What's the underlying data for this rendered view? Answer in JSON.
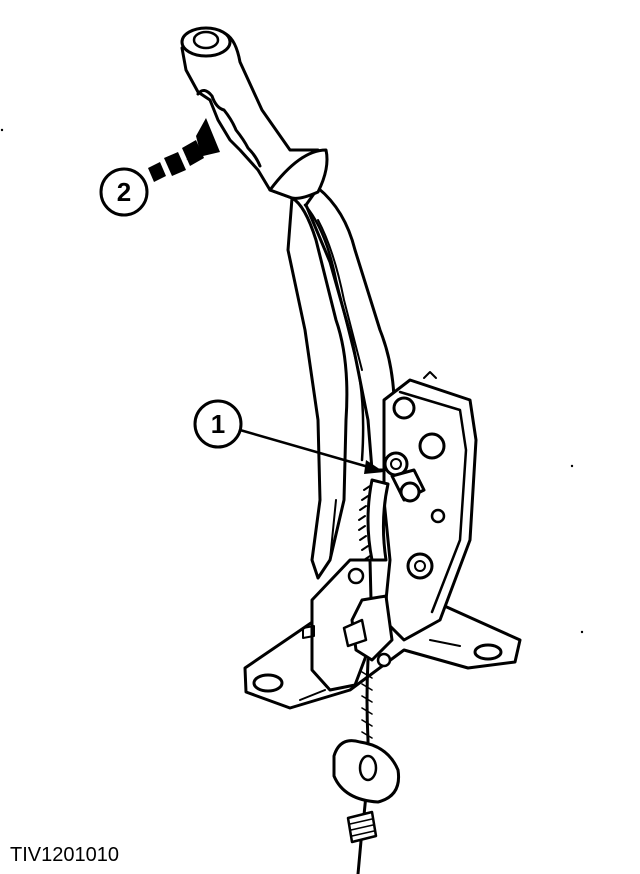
{
  "figure": {
    "reference_code": "TIV1201010",
    "callouts": [
      {
        "label": "1"
      },
      {
        "label": "2"
      }
    ]
  }
}
